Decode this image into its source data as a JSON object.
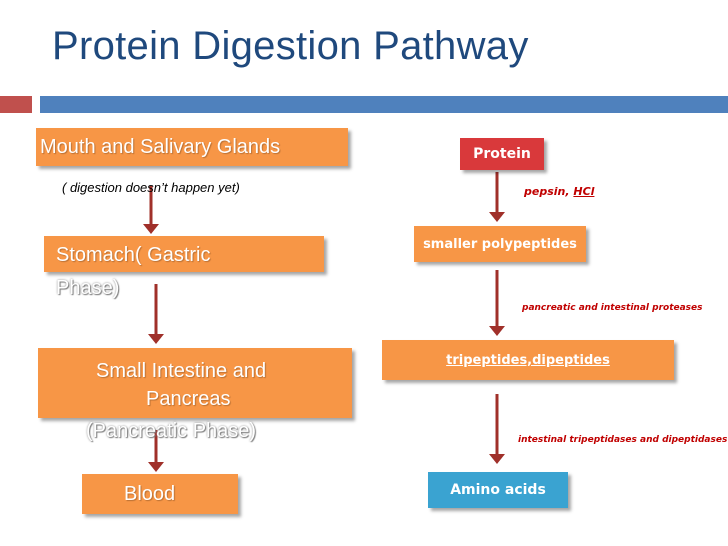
{
  "title": "Protein Digestion Pathway",
  "left_flow": {
    "mouth": "Mouth and Salivary Glands",
    "note": "( digestion doesn’t happen yet)",
    "stomach": "Stomach( Gastric",
    "stomach_phase": "Phase)",
    "intestine_line1": "Small Intestine and",
    "intestine_line2": "Pancreas",
    "intestine_phase": "(Pancreatic Phase)",
    "blood": "Blood"
  },
  "right_flow": {
    "protein": "Protein",
    "enzyme1_a": "pepsin, ",
    "enzyme1_b": "HCl",
    "polypeptides": "smaller polypeptides",
    "enzyme2": "pancreatic and intestinal proteases",
    "tripeptides": "tripeptides,dipeptides",
    "enzyme3": "intestinal tripeptidases and dipeptidases",
    "amino": "Amino acids"
  },
  "colors": {
    "title": "#1f497d",
    "accent_red": "#c0504d",
    "accent_blue": "#4f81bd",
    "orange_box": "#f79646",
    "protein_box": "#d9393b",
    "amino_box": "#3aa3d1",
    "enzyme_text": "#c00000",
    "arrow": "#a0302a"
  }
}
